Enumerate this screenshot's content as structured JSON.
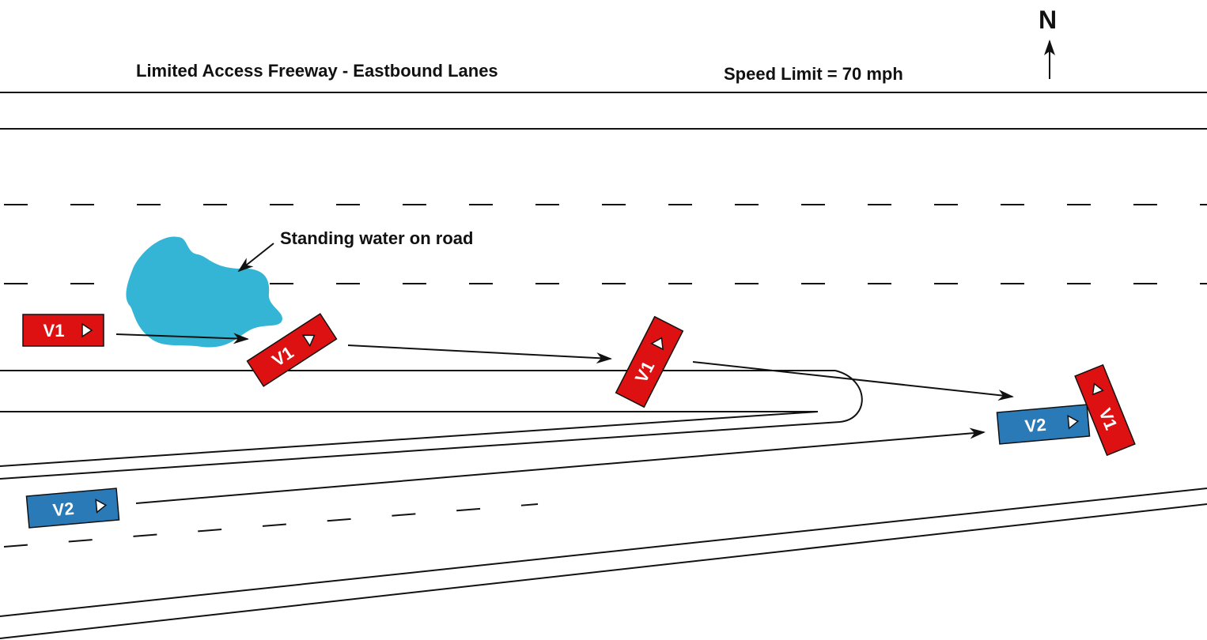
{
  "title": "Limited Access Freeway - Eastbound Lanes",
  "speed_limit": "Speed Limit = 70 mph",
  "compass": {
    "label": "N",
    "icon": "north-arrow-icon"
  },
  "annotation": "Standing water on road",
  "vehicles": {
    "v1": {
      "label": "V1",
      "color": "#dd1111",
      "positions": [
        "V1",
        "V1",
        "V1",
        "V1"
      ]
    },
    "v2": {
      "label": "V2",
      "color": "#2a7ab8",
      "positions": [
        "V2",
        "V2"
      ]
    }
  },
  "colors": {
    "water": "#35b5d5",
    "vehicle1": "#dd1111",
    "vehicle2": "#2a7ab8",
    "lines": "#111111"
  }
}
